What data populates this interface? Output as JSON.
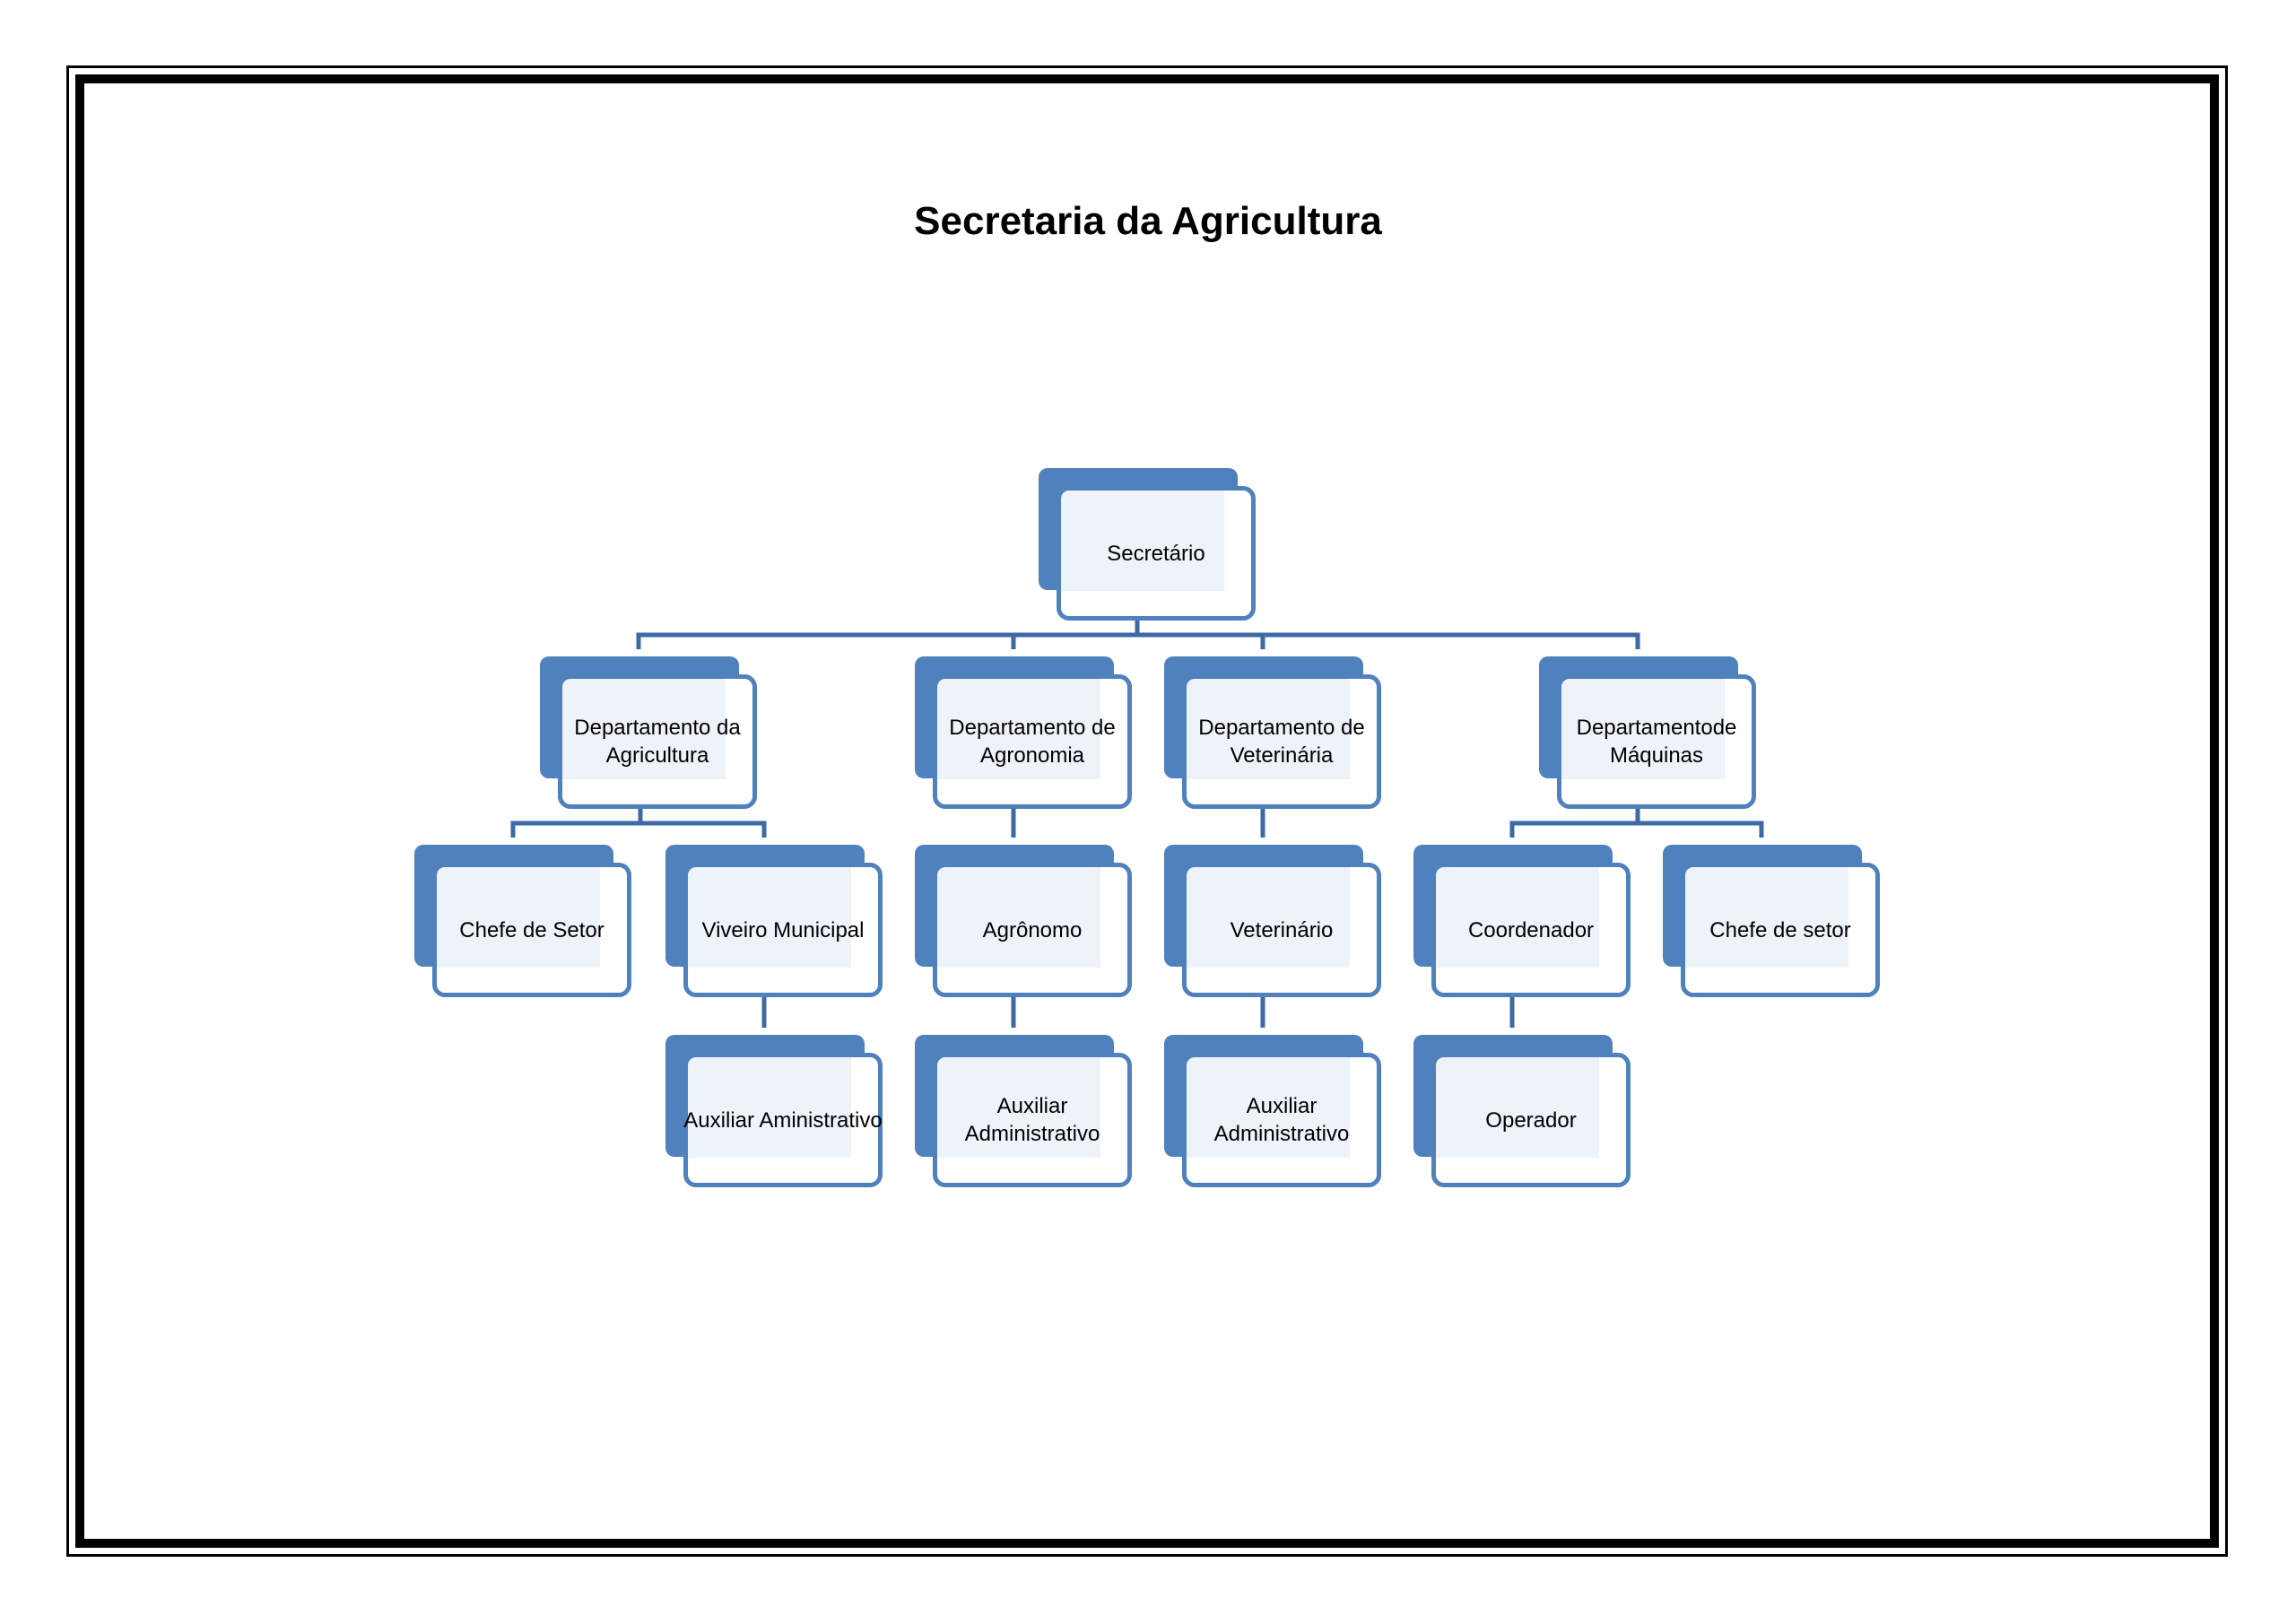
{
  "title": "Secretaria da Agricultura",
  "colors": {
    "box_fill": "#4f81bd",
    "box_front": "#eef2f9",
    "connector": "#3d6aa5",
    "frame": "#000000"
  },
  "org": {
    "secretario": "Secretário",
    "dept_agricultura": "Departamento da Agricultura",
    "dept_agronomia": "Departamento de Agronomia",
    "dept_veterinaria": "Departamento de Veterinária",
    "dept_maquinas": "Departamentode Máquinas",
    "chefe_setor_agri": "Chefe de Setor",
    "viveiro": "Viveiro Municipal",
    "aux_viveiro": "Auxiliar Aministrativo",
    "agronomo": "Agrônomo",
    "aux_agronomia": "Auxiliar Administrativo",
    "veterinario": "Veterinário",
    "aux_veterinaria": "Auxiliar Administrativo",
    "coordenador": "Coordenador",
    "operador": "Operador",
    "chefe_setor_maq": "Chefe de setor"
  }
}
